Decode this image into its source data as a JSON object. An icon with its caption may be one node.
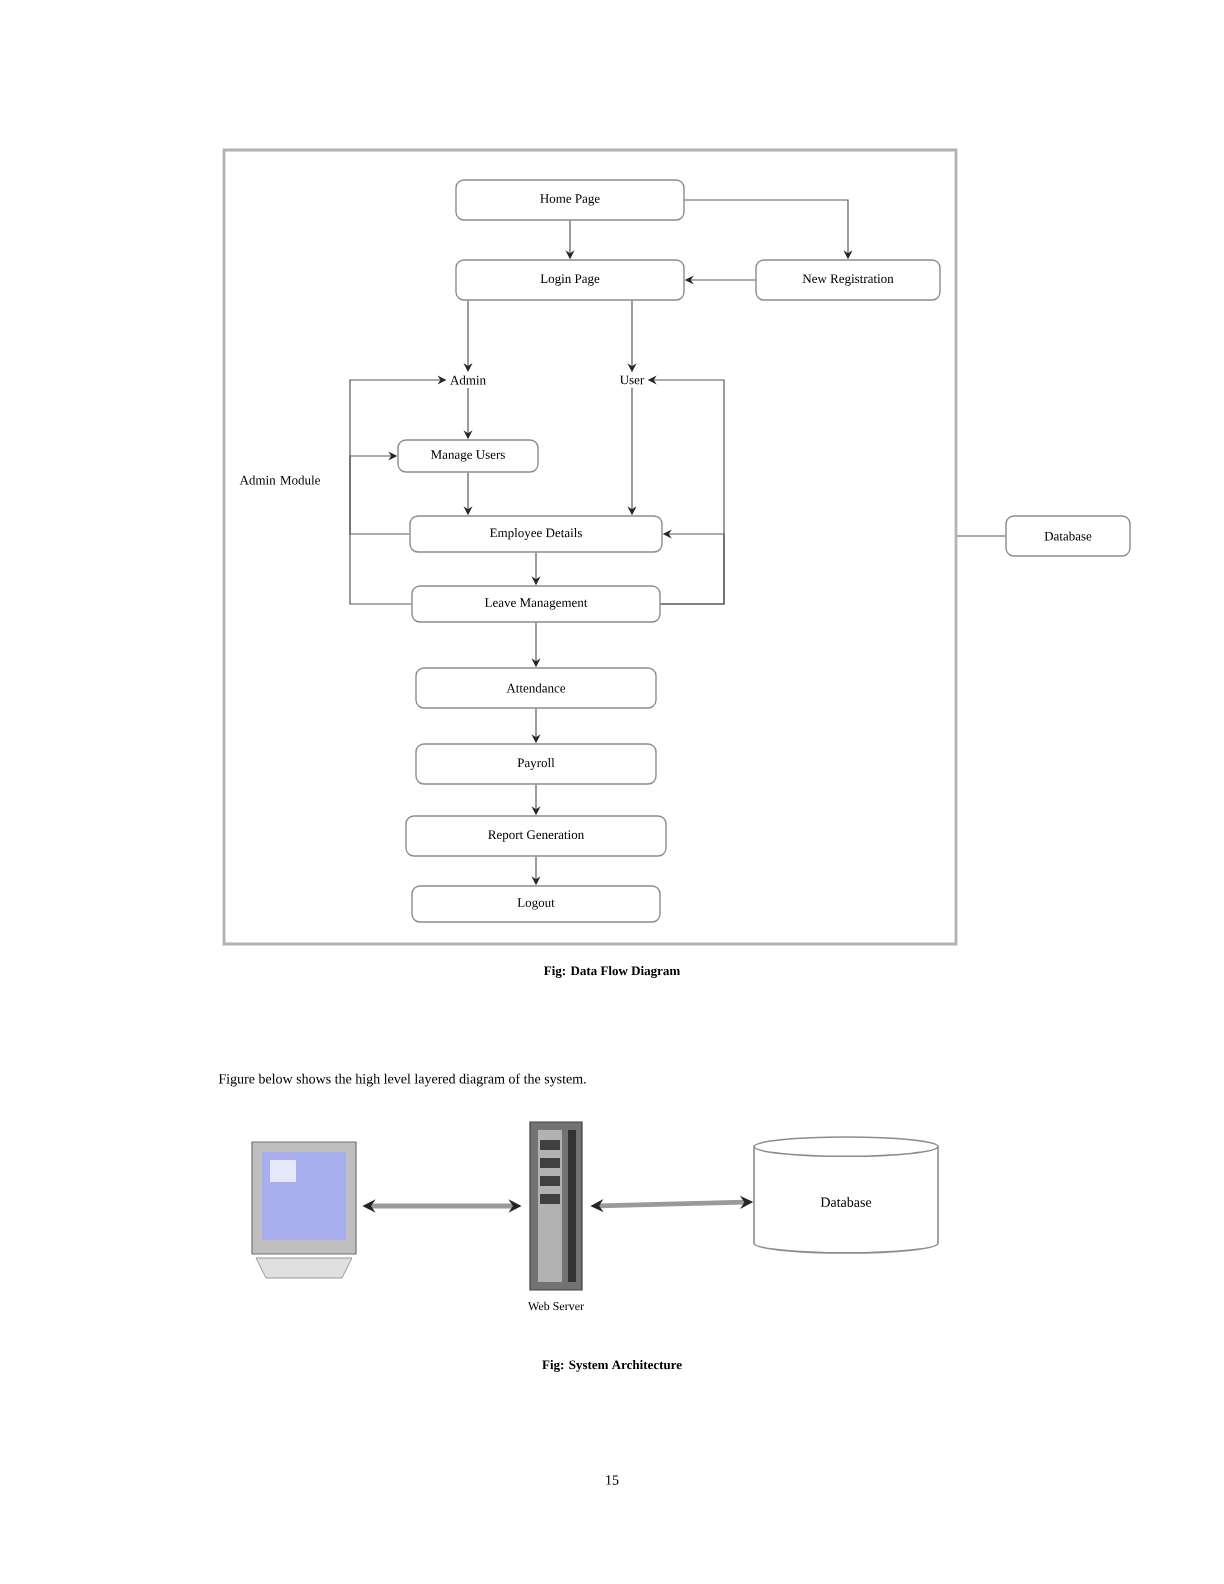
{
  "diagram": {
    "nodes": [
      {
        "text": [],
        "shape": "box"
      },
      {
        "text": [
          "Home Page"
        ],
        "in": 0
      },
      {
        "text": [
          "Login Page"
        ],
        "in": 0
      },
      {
        "text": [
          "New Registration"
        ],
        "in": 0
      },
      {
        "text": [
          "Admin"
        ],
        "in": 0
      },
      {
        "text": [
          "User"
        ],
        "in": 0
      },
      {
        "text": [
          "Manage Users"
        ],
        "in": 0
      },
      {
        "text": [
          "Employee Details"
        ],
        "in": 0
      },
      {
        "text": [
          "Leave Management"
        ],
        "in": 0
      },
      {
        "text": [
          "Attendance"
        ],
        "in": 0
      },
      {
        "text": [
          "Payroll"
        ],
        "in": 0
      },
      {
        "text": [
          "Report Generation"
        ],
        "in": 0
      },
      {
        "text": [
          "Logout"
        ],
        "in": 0
      },
      {
        "text": [
          "Database"
        ]
      },
      {
        "text": [],
        "shape": "picture"
      },
      {
        "text": [],
        "shape": "picture",
        "beside": [
          "Web Server"
        ]
      },
      {
        "text": [
          "Database"
        ]
      }
    ],
    "edges": [
      {
        "from": 1,
        "to": 3,
        "arrow": "to"
      },
      {
        "from": 1,
        "to": 2,
        "arrow": "to"
      },
      {
        "from": 3,
        "to": 2,
        "arrow": "to"
      },
      {
        "from": 2,
        "to": 4,
        "arrow": "to"
      },
      {
        "from": 2,
        "to": 5,
        "arrow": "to"
      },
      {
        "from": 4,
        "to": 6,
        "arrow": "to"
      },
      {
        "from": 6,
        "to": 7,
        "arrow": "to"
      },
      {
        "from": 5,
        "to": 7,
        "arrow": "to"
      },
      {
        "from": 7,
        "to": 4,
        "arrow": "to"
      },
      {
        "from": 8,
        "to": 6,
        "arrow": "to"
      },
      {
        "from": 8,
        "to": 5,
        "arrow": "to"
      },
      {
        "from": 8,
        "to": 7,
        "arrow": "to"
      },
      {
        "from": 7,
        "to": 8,
        "arrow": "to"
      },
      {
        "from": 8,
        "to": 9,
        "arrow": "to"
      },
      {
        "from": 9,
        "to": 10,
        "arrow": "to"
      },
      {
        "from": 10,
        "to": 11,
        "arrow": "to"
      },
      {
        "from": 11,
        "to": 12,
        "arrow": "to"
      },
      {
        "from": 0,
        "to": 13,
        "arrow": "none"
      },
      {
        "from": 14,
        "to": 15,
        "arrow": "both",
        "style": "thick",
        "color": "#9a9a9a"
      },
      {
        "from": 15,
        "to": 16,
        "arrow": "both",
        "style": "thick",
        "color": "#9a9a9a"
      }
    ],
    "labels": [
      "Admin Module",
      "Fig: Data Flow Diagram",
      "Figure below shows the high level layered diagram of the system.",
      "Fig: System Architecture",
      "15"
    ]
  }
}
